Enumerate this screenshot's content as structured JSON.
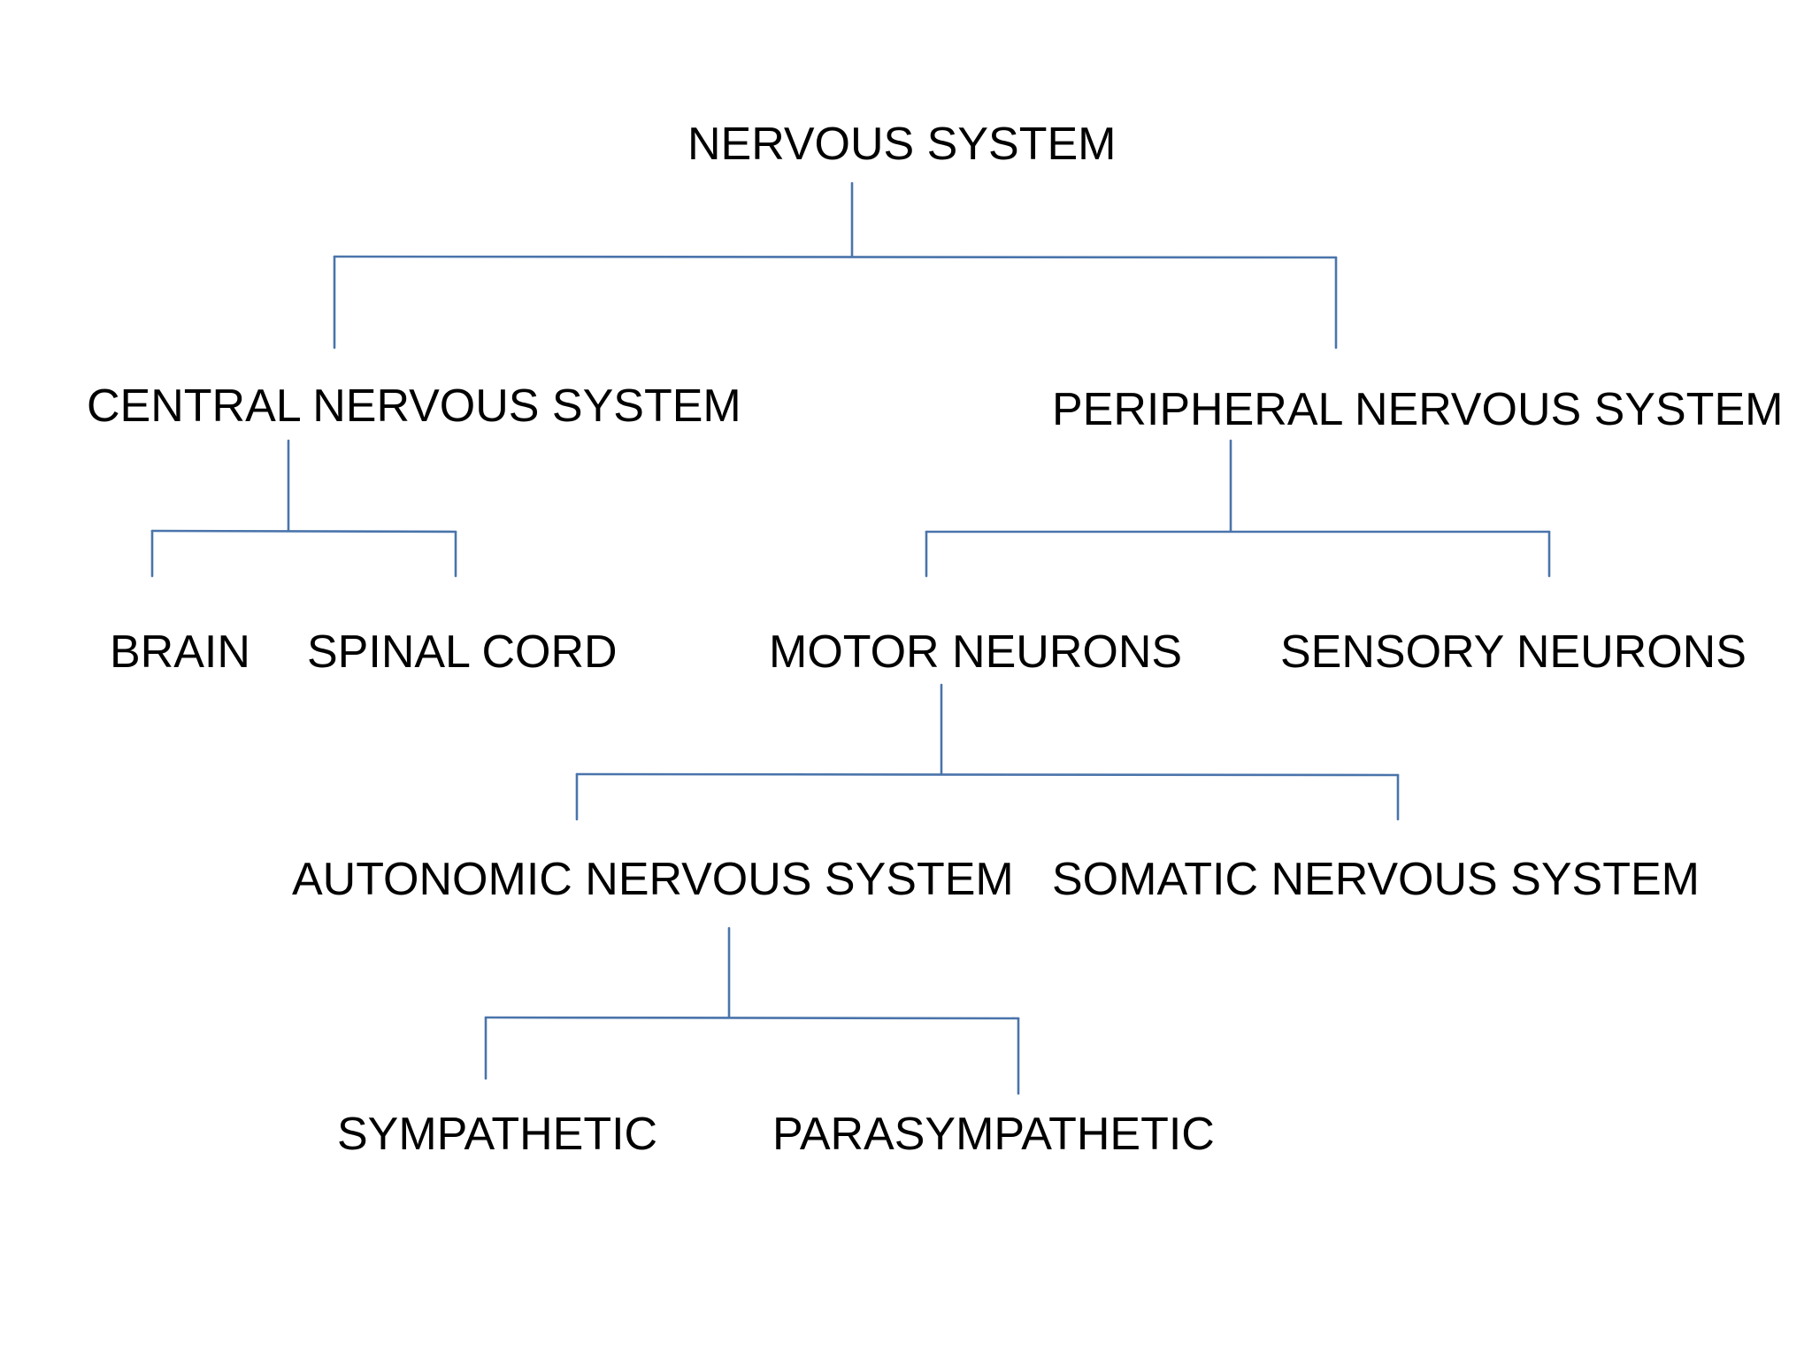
{
  "diagram": {
    "line_color": "#4a74ab",
    "text_color": "#000000",
    "background": "#ffffff",
    "nodes": {
      "nervous_system": "NERVOUS SYSTEM",
      "central_nervous_system": "CENTRAL NERVOUS SYSTEM",
      "peripheral_nervous_system": "PERIPHERAL NERVOUS SYSTEM",
      "brain": "BRAIN",
      "spinal_cord": "SPINAL CORD",
      "motor_neurons": "MOTOR NEURONS",
      "sensory_neurons": "SENSORY NEURONS",
      "autonomic_nervous_system": "AUTONOMIC NERVOUS SYSTEM",
      "somatic_nervous_system": "SOMATIC NERVOUS SYSTEM",
      "sympathetic": "SYMPATHETIC",
      "parasympathetic": "PARASYMPATHETIC"
    },
    "edges": [
      {
        "from": "NERVOUS SYSTEM",
        "to": [
          "CENTRAL NERVOUS SYSTEM",
          "PERIPHERAL NERVOUS SYSTEM"
        ]
      },
      {
        "from": "CENTRAL NERVOUS SYSTEM",
        "to": [
          "BRAIN",
          "SPINAL CORD"
        ]
      },
      {
        "from": "PERIPHERAL NERVOUS SYSTEM",
        "to": [
          "MOTOR NEURONS",
          "SENSORY NEURONS"
        ]
      },
      {
        "from": "MOTOR NEURONS",
        "to": [
          "AUTONOMIC NERVOUS SYSTEM",
          "SOMATIC NERVOUS SYSTEM"
        ]
      },
      {
        "from": "AUTONOMIC NERVOUS SYSTEM",
        "to": [
          "SYMPATHETIC",
          "PARASYMPATHETIC"
        ]
      }
    ]
  }
}
